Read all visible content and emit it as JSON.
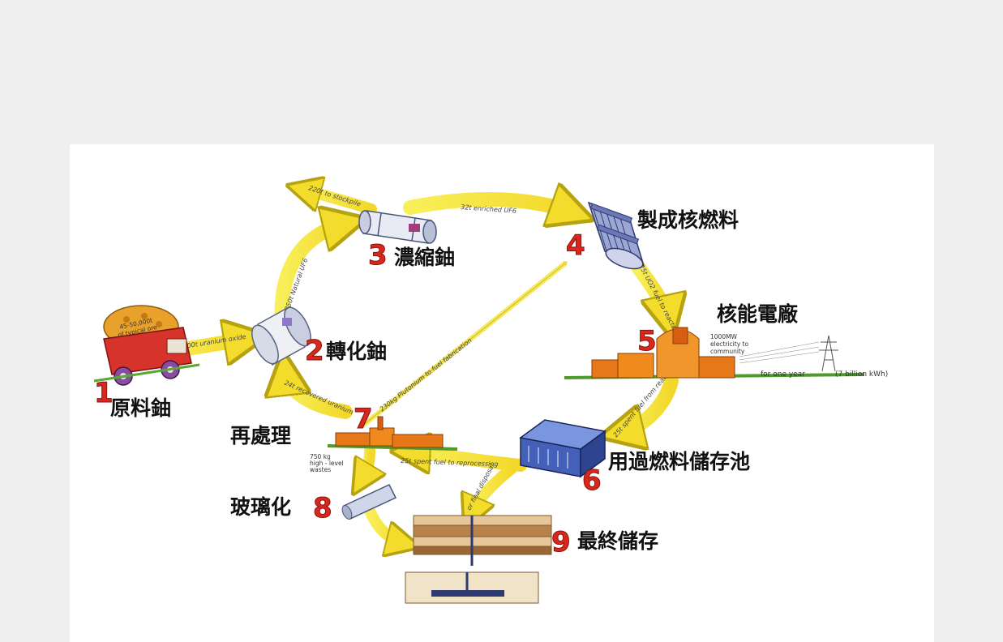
{
  "stages": [
    {
      "num": "1",
      "label": "原料鈾"
    },
    {
      "num": "2",
      "label": "轉化鈾"
    },
    {
      "num": "3",
      "label": "濃縮鈾"
    },
    {
      "num": "4",
      "label": "製成核燃料"
    },
    {
      "num": "5",
      "label": "核能電廠"
    },
    {
      "num": "6",
      "label": "用過燃料儲存池"
    },
    {
      "num": "7",
      "label": "再處理"
    },
    {
      "num": "8",
      "label": "玻璃化"
    },
    {
      "num": "9",
      "label": "最終儲存"
    }
  ],
  "annotations": {
    "ore": "45-50,000t",
    "ore_sub": "of typical ore",
    "oxide": "200t uranium oxide",
    "natural": "250t Natural UF6",
    "tailings": "220t to stockpile",
    "enriched": "32t enriched UF6",
    "fuel": "25t UO2 fuel to reactor",
    "power1": "1000MW",
    "power2": "electricity to",
    "power3": "community",
    "oneyear": "for one year",
    "kwh": "(7 billion kWh)",
    "spent": "25t spent fuel from reactor",
    "reproc": "25t spent fuel to reprocessing",
    "disposal": "or final disposal",
    "recovered": "24t recovered uranium",
    "plutonium": "230kg Plutonium to fuel fabrication",
    "waste1": "750 kg",
    "waste2": "high - level",
    "waste3": "wastes"
  }
}
